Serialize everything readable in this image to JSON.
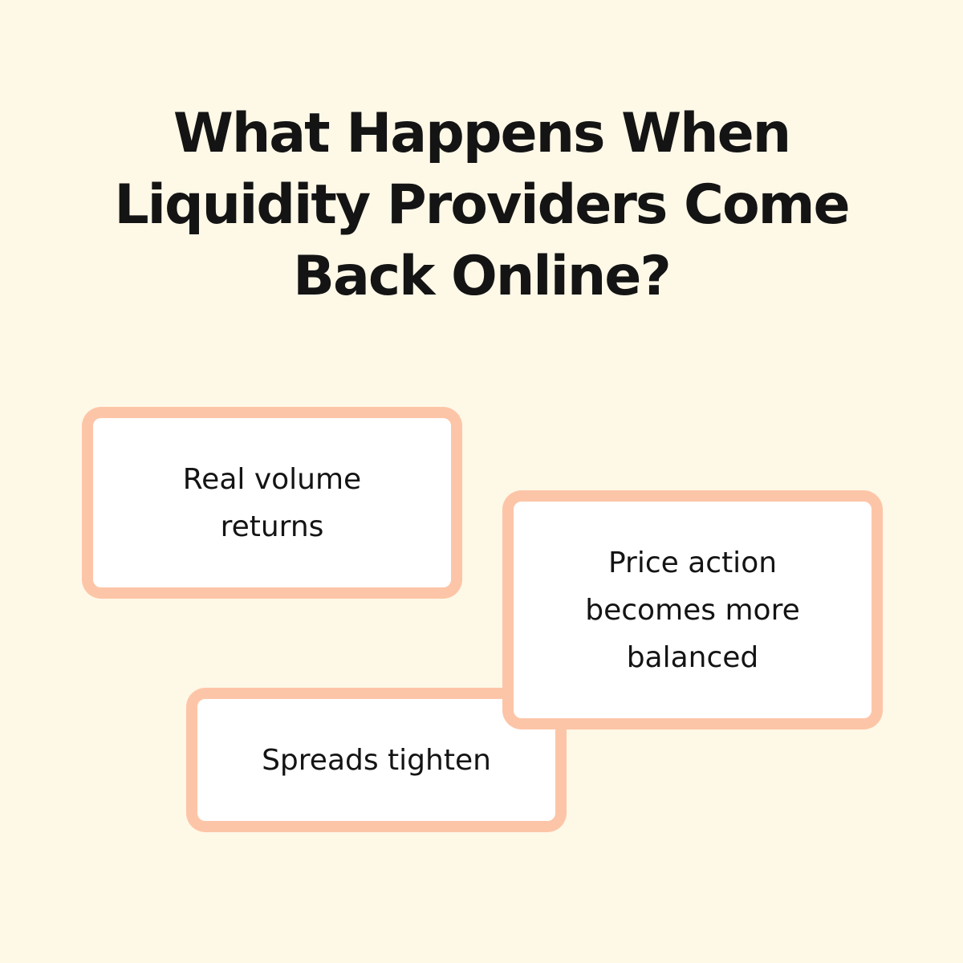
{
  "title": {
    "lines": [
      "What Happens When",
      "Liquidity Providers Come",
      "Back Online?"
    ]
  },
  "cards": [
    {
      "lines": [
        "Real volume",
        "returns"
      ]
    },
    {
      "lines": [
        "Price action",
        "becomes more",
        "balanced"
      ]
    },
    {
      "lines": [
        "Spreads tighten"
      ]
    }
  ],
  "colors": {
    "background": "#fef8e7",
    "border": "#fdc9a5",
    "text": "#141414"
  }
}
